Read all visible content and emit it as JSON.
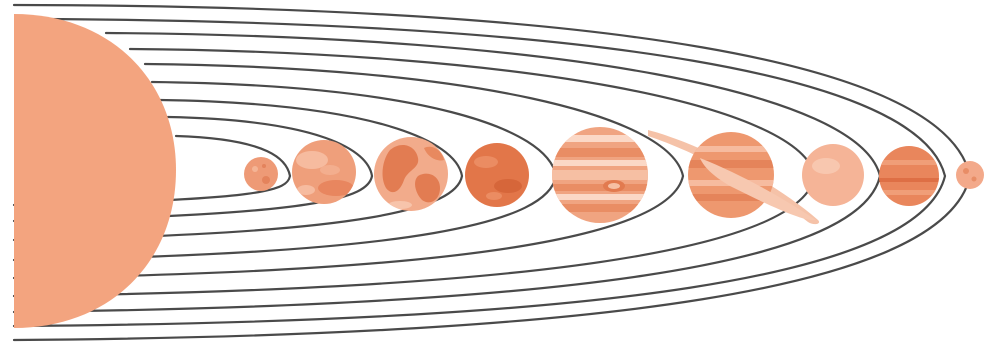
{
  "scene": {
    "subject": "solar-system-illustration",
    "colors": {
      "background": "#ffffff",
      "orbit_line": "#4a4a4a",
      "sun": "#f3a47f",
      "planet_light": "#f6b89a",
      "planet_mid": "#ec8c63",
      "planet_dark": "#dd6f45",
      "stripe_light": "#fbd8c6"
    },
    "bodies": [
      {
        "id": "sun",
        "icon": "sun-icon"
      },
      {
        "id": "mercury",
        "icon": "mercury-planet-icon"
      },
      {
        "id": "venus",
        "icon": "venus-planet-icon"
      },
      {
        "id": "earth",
        "icon": "earth-planet-icon"
      },
      {
        "id": "mars",
        "icon": "mars-planet-icon"
      },
      {
        "id": "jupiter",
        "icon": "jupiter-planet-icon"
      },
      {
        "id": "saturn",
        "icon": "saturn-planet-icon"
      },
      {
        "id": "uranus",
        "icon": "uranus-planet-icon"
      },
      {
        "id": "neptune",
        "icon": "neptune-planet-icon"
      },
      {
        "id": "pluto",
        "icon": "pluto-planet-icon"
      }
    ],
    "orbit_count": 9
  }
}
